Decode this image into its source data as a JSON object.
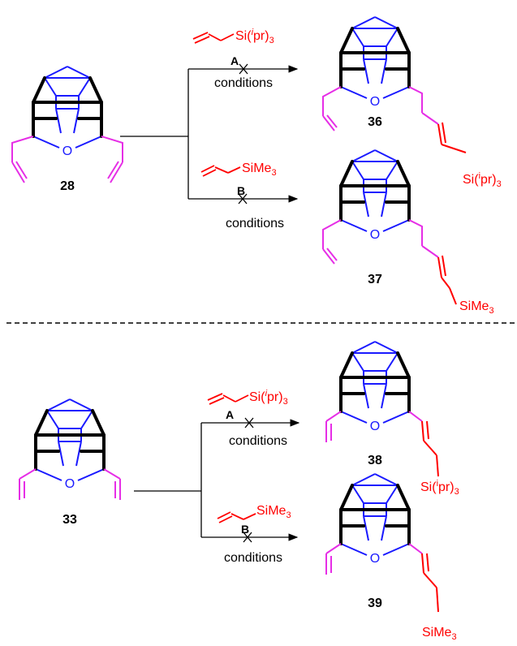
{
  "colors": {
    "cage": "#1a1aff",
    "bold_bonds": "#000000",
    "allyl_chain": "#e62ee6",
    "silane": "#ff0000",
    "arrow": "#000000",
    "separator": "#000000"
  },
  "reactions": {
    "top": {
      "start_compound": {
        "label": "28",
        "oxygen": "O"
      },
      "path_a": {
        "letter": "A",
        "conditions": "conditions",
        "reagent": {
          "prefix": "Si(",
          "sup": "i",
          "suffix": "pr)",
          "sub": "3"
        }
      },
      "path_b": {
        "letter": "B",
        "conditions": "conditions",
        "reagent": {
          "prefix": "SiMe",
          "sub": "3"
        }
      },
      "product_a": {
        "label": "36",
        "oxygen": "O",
        "silyl": {
          "prefix": "Si(",
          "sup": "i",
          "suffix": "pr)",
          "sub": "3"
        }
      },
      "product_b": {
        "label": "37",
        "oxygen": "O",
        "silyl": {
          "prefix": "SiMe",
          "sub": "3"
        }
      }
    },
    "bottom": {
      "start_compound": {
        "label": "33",
        "oxygen": "O"
      },
      "path_a": {
        "letter": "A",
        "conditions": "conditions",
        "reagent": {
          "prefix": "Si(",
          "sup": "i",
          "suffix": "pr)",
          "sub": "3"
        }
      },
      "path_b": {
        "letter": "B",
        "conditions": "conditions",
        "reagent": {
          "prefix": "SiMe",
          "sub": "3"
        }
      },
      "product_a": {
        "label": "38",
        "oxygen": "O",
        "silyl": {
          "prefix": "Si(",
          "sup": "i",
          "suffix": "pr)",
          "sub": "3"
        }
      },
      "product_b": {
        "label": "39",
        "oxygen": "O",
        "silyl": {
          "prefix": "SiMe",
          "sub": "3"
        }
      }
    }
  }
}
